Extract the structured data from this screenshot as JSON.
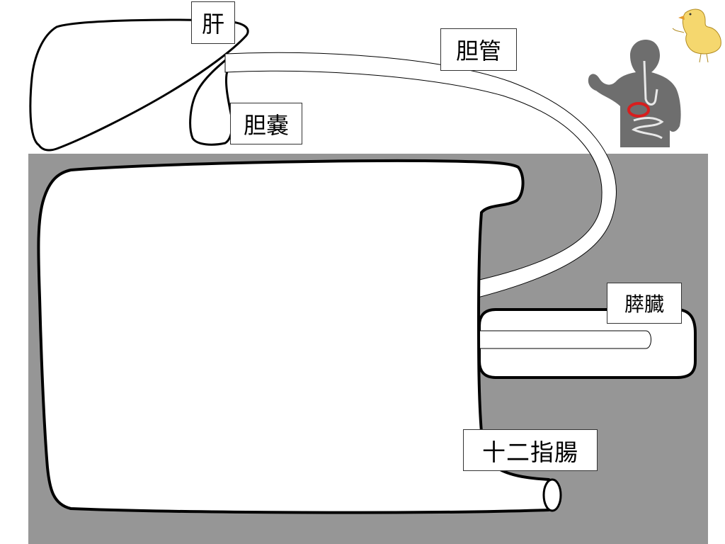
{
  "labels": {
    "liver": "肝",
    "bile_duct": "胆管",
    "gallbladder": "胆嚢",
    "pancreas": "膵臓",
    "duodenum": "十二指腸"
  },
  "colors": {
    "background_panel": "#969696",
    "organ_fill": "#ffffff",
    "outline": "#000000",
    "highlight_ring": "#d81e1e",
    "body_silhouette": "#6e6e6e"
  }
}
